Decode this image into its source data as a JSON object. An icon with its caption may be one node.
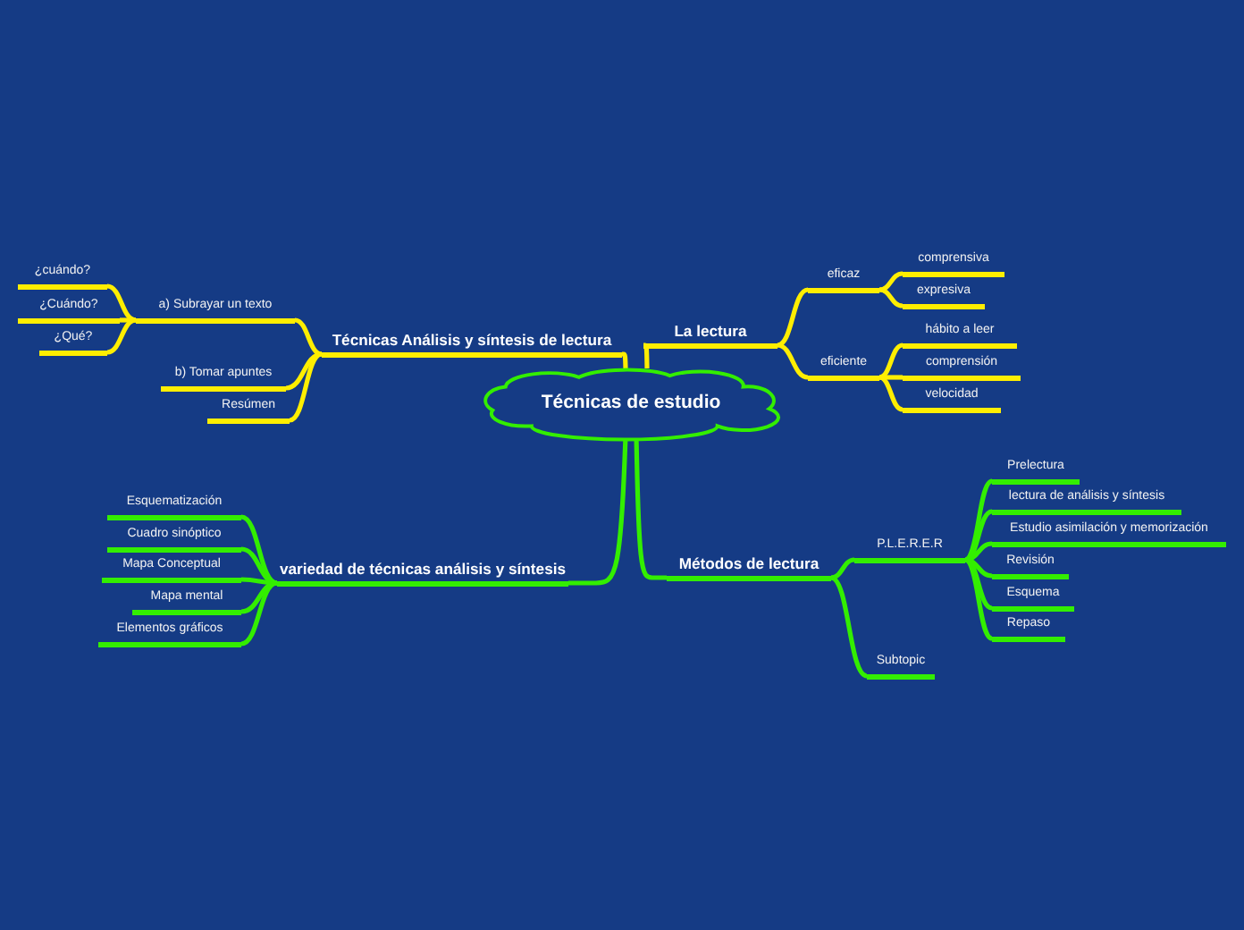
{
  "diagram": {
    "nodes": [
      {
        "text": [
          "Técnicas de estudio"
        ]
      },
      {
        "text": [
          "Técnicas Análisis y síntesis de lectura"
        ]
      },
      {
        "text": [
          "a) Subrayar un texto"
        ]
      },
      {
        "text": [
          "¿cuándo?"
        ]
      },
      {
        "text": [
          "¿Cuándo?"
        ]
      },
      {
        "text": [
          "¿Qué?"
        ]
      },
      {
        "text": [
          "b) Tomar apuntes"
        ]
      },
      {
        "text": [
          "Resúmen"
        ]
      },
      {
        "text": [
          "La lectura"
        ]
      },
      {
        "text": [
          "eficaz"
        ]
      },
      {
        "text": [
          "comprensiva"
        ]
      },
      {
        "text": [
          "expresiva"
        ]
      },
      {
        "text": [
          "eficiente"
        ]
      },
      {
        "text": [
          "hábito a leer"
        ]
      },
      {
        "text": [
          "comprensión"
        ]
      },
      {
        "text": [
          "velocidad"
        ]
      },
      {
        "text": [
          "variedad de técnicas análisis y síntesis"
        ]
      },
      {
        "text": [
          "Esquematización"
        ]
      },
      {
        "text": [
          "Cuadro sinóptico"
        ]
      },
      {
        "text": [
          "Mapa Conceptual"
        ]
      },
      {
        "text": [
          "Mapa mental"
        ]
      },
      {
        "text": [
          "Elementos gráficos"
        ]
      },
      {
        "text": [
          "Métodos de lectura"
        ]
      },
      {
        "text": [
          "P.L.E.R.E.R"
        ]
      },
      {
        "text": [
          "Prelectura"
        ]
      },
      {
        "text": [
          "lectura de análisis y síntesis"
        ]
      },
      {
        "text": [
          "Estudio asimilación y memorización"
        ]
      },
      {
        "text": [
          "Revisión"
        ]
      },
      {
        "text": [
          "Esquema"
        ]
      },
      {
        "text": [
          "Repaso"
        ]
      },
      {
        "text": [
          "Subtopic"
        ]
      }
    ],
    "edges": [
      {
        "from": 0,
        "to": 1,
        "arrow": "none",
        "color": "#ffee00"
      },
      {
        "from": 1,
        "to": 2,
        "arrow": "none",
        "color": "#ffee00"
      },
      {
        "from": 2,
        "to": 3,
        "arrow": "none",
        "color": "#ffee00"
      },
      {
        "from": 2,
        "to": 4,
        "arrow": "none",
        "color": "#ffee00"
      },
      {
        "from": 2,
        "to": 5,
        "arrow": "none",
        "color": "#ffee00"
      },
      {
        "from": 1,
        "to": 6,
        "arrow": "none",
        "color": "#ffee00"
      },
      {
        "from": 1,
        "to": 7,
        "arrow": "none",
        "color": "#ffee00"
      },
      {
        "from": 0,
        "to": 8,
        "arrow": "none",
        "color": "#ffee00"
      },
      {
        "from": 8,
        "to": 9,
        "arrow": "none",
        "color": "#ffee00"
      },
      {
        "from": 9,
        "to": 10,
        "arrow": "none",
        "color": "#ffee00"
      },
      {
        "from": 9,
        "to": 11,
        "arrow": "none",
        "color": "#ffee00"
      },
      {
        "from": 8,
        "to": 12,
        "arrow": "none",
        "color": "#ffee00"
      },
      {
        "from": 12,
        "to": 13,
        "arrow": "none",
        "color": "#ffee00"
      },
      {
        "from": 12,
        "to": 14,
        "arrow": "none",
        "color": "#ffee00"
      },
      {
        "from": 12,
        "to": 15,
        "arrow": "none",
        "color": "#ffee00"
      },
      {
        "from": 0,
        "to": 16,
        "arrow": "none",
        "color": "#33ee00"
      },
      {
        "from": 16,
        "to": 17,
        "arrow": "none",
        "color": "#33ee00"
      },
      {
        "from": 16,
        "to": 18,
        "arrow": "none",
        "color": "#33ee00"
      },
      {
        "from": 16,
        "to": 19,
        "arrow": "none",
        "color": "#33ee00"
      },
      {
        "from": 16,
        "to": 20,
        "arrow": "none",
        "color": "#33ee00"
      },
      {
        "from": 16,
        "to": 21,
        "arrow": "none",
        "color": "#33ee00"
      },
      {
        "from": 0,
        "to": 22,
        "arrow": "none",
        "color": "#33ee00"
      },
      {
        "from": 22,
        "to": 23,
        "arrow": "none",
        "color": "#33ee00"
      },
      {
        "from": 23,
        "to": 24,
        "arrow": "none",
        "color": "#33ee00"
      },
      {
        "from": 23,
        "to": 25,
        "arrow": "none",
        "color": "#33ee00"
      },
      {
        "from": 23,
        "to": 26,
        "arrow": "none",
        "color": "#33ee00"
      },
      {
        "from": 23,
        "to": 27,
        "arrow": "none",
        "color": "#33ee00"
      },
      {
        "from": 23,
        "to": 28,
        "arrow": "none",
        "color": "#33ee00"
      },
      {
        "from": 23,
        "to": 29,
        "arrow": "none",
        "color": "#33ee00"
      },
      {
        "from": 22,
        "to": 30,
        "arrow": "none",
        "color": "#33ee00"
      }
    ]
  }
}
